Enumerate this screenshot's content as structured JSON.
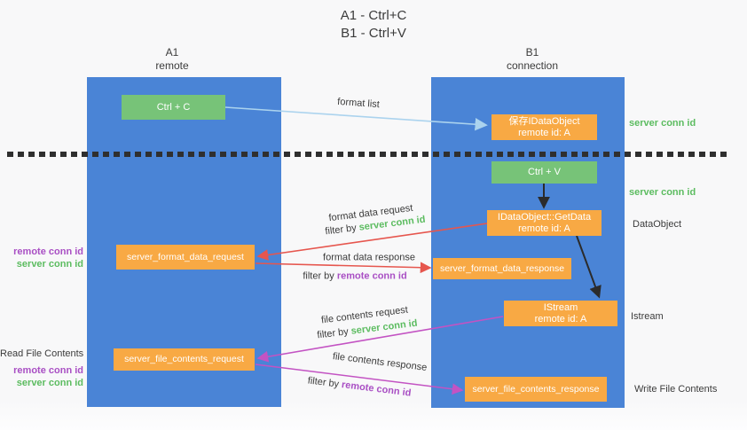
{
  "title": {
    "line1": "A1 - Ctrl+C",
    "line2": "B1 - Ctrl+V"
  },
  "lanes": {
    "a1": {
      "name": "A1",
      "subtitle": "remote"
    },
    "b1": {
      "name": "B1",
      "subtitle": "connection"
    }
  },
  "nodes": {
    "ctrl_c": {
      "label": "Ctrl + C"
    },
    "save_idataobject": {
      "line1": "保存IDataObject",
      "line2": "remote id: A"
    },
    "ctrl_v": {
      "label": "Ctrl + V"
    },
    "getdata": {
      "line1": "IDataObject::GetData",
      "line2": "remote id: A"
    },
    "server_format_data_request": {
      "label": "server_format_data_request"
    },
    "server_format_data_response": {
      "label": "server_format_data_response"
    },
    "istream": {
      "line1": "IStream",
      "line2": "remote id: A"
    },
    "server_file_contents_request": {
      "label": "server_file_contents_request"
    },
    "server_file_contents_response": {
      "label": "server_file_contents_response"
    }
  },
  "right_labels": {
    "server_conn_id_top": "server conn id",
    "server_conn_id_mid": "server conn id",
    "dataobject": "DataObject",
    "istream": "Istream",
    "write_file_contents": "Write File Contents"
  },
  "left_labels": {
    "remote_conn_id_format": "remote conn id",
    "server_conn_id_format": "server conn id",
    "read_file_contents": "Read File Contents",
    "remote_conn_id_file": "remote conn id",
    "server_conn_id_file": "server conn id"
  },
  "arrow_labels": {
    "format_list": "format list",
    "format_data_request": "format data request",
    "filter_by_1": "filter by ",
    "server_conn_id_1": "server conn id",
    "format_data_response": "format data response",
    "filter_by_2": "filter by ",
    "remote_conn_id_2": "remote conn id",
    "file_contents_request": "file contents request",
    "filter_by_3": "filter by ",
    "server_conn_id_3": "server conn id",
    "file_contents_response": "file contents response",
    "filter_by_4": "filter by ",
    "remote_conn_id_4": "remote conn id"
  },
  "colors": {
    "lane_blue": "#4a84d6",
    "node_green": "#77c378",
    "node_orange": "#f8a944",
    "arrow_red": "#e6564e",
    "arrow_magenta": "#c353c3",
    "arrow_light_blue": "#abd3ee",
    "arrow_black": "#2b2b2b",
    "text_green": "#5cbc60",
    "text_purple": "#a94fc4",
    "text_dark": "#3b3b3b"
  }
}
